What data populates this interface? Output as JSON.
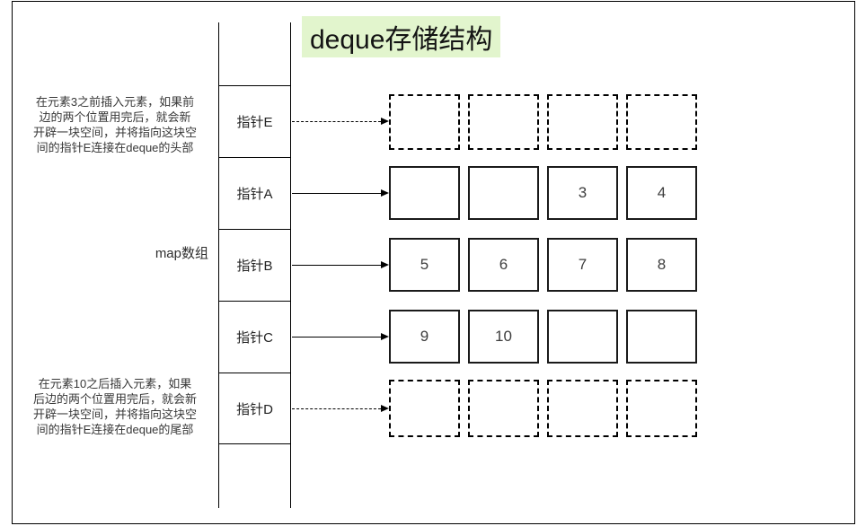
{
  "title": {
    "text": "deque存储结构"
  },
  "map_label": "map数组",
  "notes": {
    "top": {
      "lines": [
        "在元素3之前插入元素，如果前",
        "边的两个位置用完后，就会新",
        "开辟一块空间，并将指向这块空",
        "间的指针E连接在deque的头部"
      ]
    },
    "bottom": {
      "lines": [
        "在元素10之后插入元素，如果",
        "后边的两个位置用完后，就会新",
        "开辟一块空间，并将指向这块空",
        "间的指针E连接在deque的尾部"
      ]
    }
  },
  "pointers": [
    {
      "label": "指针E",
      "arrow_style": "dashed",
      "buffer_style": "dashed",
      "cells": [
        "",
        "",
        "",
        ""
      ]
    },
    {
      "label": "指针A",
      "arrow_style": "solid",
      "buffer_style": "solid",
      "cells": [
        "",
        "",
        "3",
        "4"
      ]
    },
    {
      "label": "指针B",
      "arrow_style": "solid",
      "buffer_style": "solid",
      "cells": [
        "5",
        "6",
        "7",
        "8"
      ]
    },
    {
      "label": "指针C",
      "arrow_style": "solid",
      "buffer_style": "solid",
      "cells": [
        "9",
        "10",
        "",
        ""
      ]
    },
    {
      "label": "指针D",
      "arrow_style": "dashed",
      "buffer_style": "dashed",
      "cells": [
        "",
        "",
        "",
        ""
      ]
    }
  ],
  "colors": {
    "title_highlight": "#e2f5cd",
    "line": "#000000",
    "text": "#383838"
  }
}
